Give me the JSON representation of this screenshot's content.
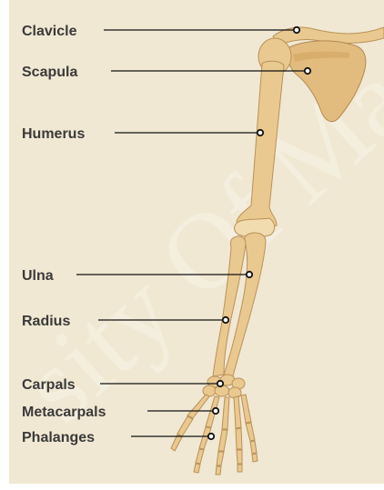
{
  "labels": {
    "clavicle": "Clavicle",
    "scapula": "Scapula",
    "humerus": "Humerus",
    "ulna": "Ulna",
    "radius": "Radius",
    "carpals": "Carpals",
    "metacarpals": "Metacarpals",
    "phalanges": "Phalanges"
  },
  "watermark": "sity Of Ma",
  "colors": {
    "background": "#f1e8d3",
    "bone": "#e9c98f",
    "bone_outline": "#b99158",
    "label_text": "#3a3a3a"
  }
}
